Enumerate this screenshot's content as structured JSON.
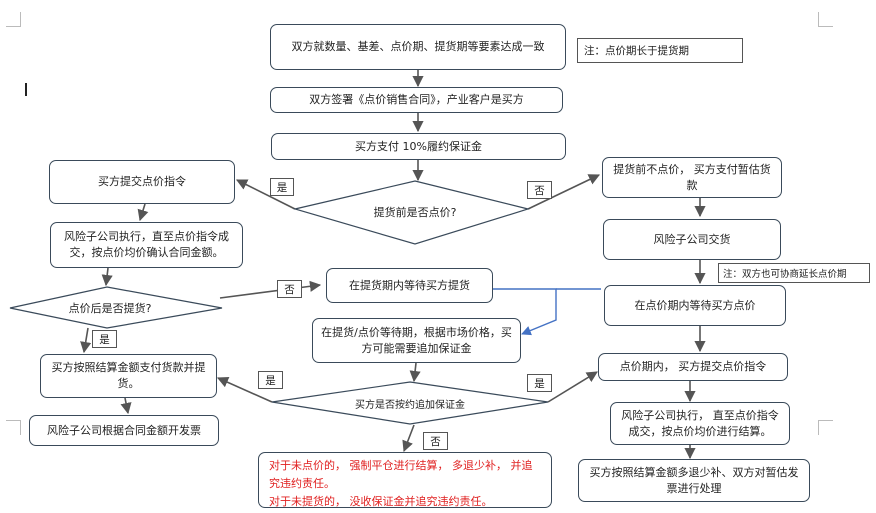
{
  "nodes": {
    "n1": "双方就数量、基差、点价期、提货期等要素达成一致",
    "n2": "双方签署《点价销售合同》，产业客户是买方",
    "n3": "买方支付 10%履约保证金",
    "d1": "提货前是否点价?",
    "l1": "买方提交点价指令",
    "l2": "风险子公司执行，直至点价指令成交，按点价均价确认合同金额。",
    "d2": "点价后是否提货?",
    "l3": "买方按照结算金额支付货款并提货。",
    "l4": "风险子公司根据合同金额开发票",
    "c1": "在提货期内等待买方提货",
    "c2": "在提货/点价等待期，根据市场价格，买方可能需要追加保证金",
    "d3": "买方是否按约追加保证金",
    "r1": "提货前不点价， 买方支付暂估货款",
    "r2": "风险子公司交货",
    "r3": "在点价期内等待买方点价",
    "r4": "点价期内， 买方提交点价指令",
    "r5": "风险子公司执行， 直至点价指令成交，按点价均价进行结算。",
    "r6": "买方按照结算金额多退少补、双方对暂估发票进行处理",
    "red1": "对于未点价的， 强制平仓进行结算， 多退少补， 并追究违约责任。",
    "red2": "对于未提货的， 没收保证金并追究违约责任。"
  },
  "notes": {
    "note1": "注：点价期长于提货期",
    "note2": "注：双方也可协商延长点价期"
  },
  "labels": {
    "d1_yes": "是",
    "d1_no": "否",
    "d2_yes": "是",
    "d2_no": "否",
    "d3_yes_left": "是",
    "d3_yes_right": "是",
    "d3_no": "否"
  },
  "colors": {
    "border": "#3a4a5a",
    "arrow": "#555555",
    "blue_arrow": "#4472c4",
    "red_text": "#e02020"
  }
}
